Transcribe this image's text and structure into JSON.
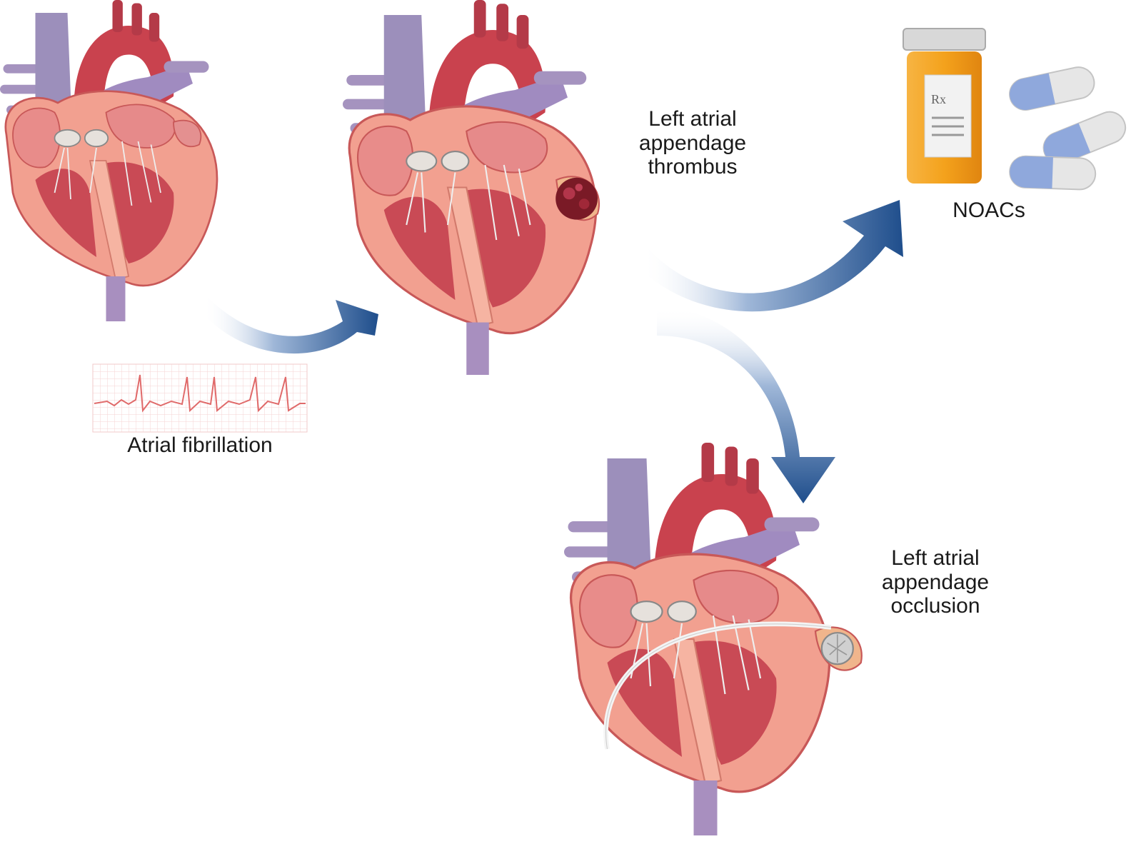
{
  "labels": {
    "atrial_fibrillation": "Atrial fibrillation",
    "thrombus": [
      "Left atrial",
      "appendage",
      "thrombus"
    ],
    "noacs": "NOACs",
    "occlusion": [
      "Left atrial",
      "appendage",
      "occlusion"
    ],
    "rx_symbol": "Rx"
  },
  "icons": {
    "heart": "heart-anatomy-icon",
    "ecg": "ecg-strip-icon",
    "bottle": "pill-bottle-icon",
    "capsule": "capsule-icon",
    "arrow": "curved-arrow-icon"
  },
  "colors": {
    "myocardium": "#f2a090",
    "myocardium_dark": "#d9605e",
    "aorta": "#c9424e",
    "vein": "#9a8fb8",
    "arrow": "#1f4e8c",
    "bottle": "#f4a21c",
    "capsule_blue": "#8fa8dc",
    "capsule_white": "#e6e6e6",
    "thrombus": "#7a1a26",
    "device": "#d0d0d0"
  }
}
